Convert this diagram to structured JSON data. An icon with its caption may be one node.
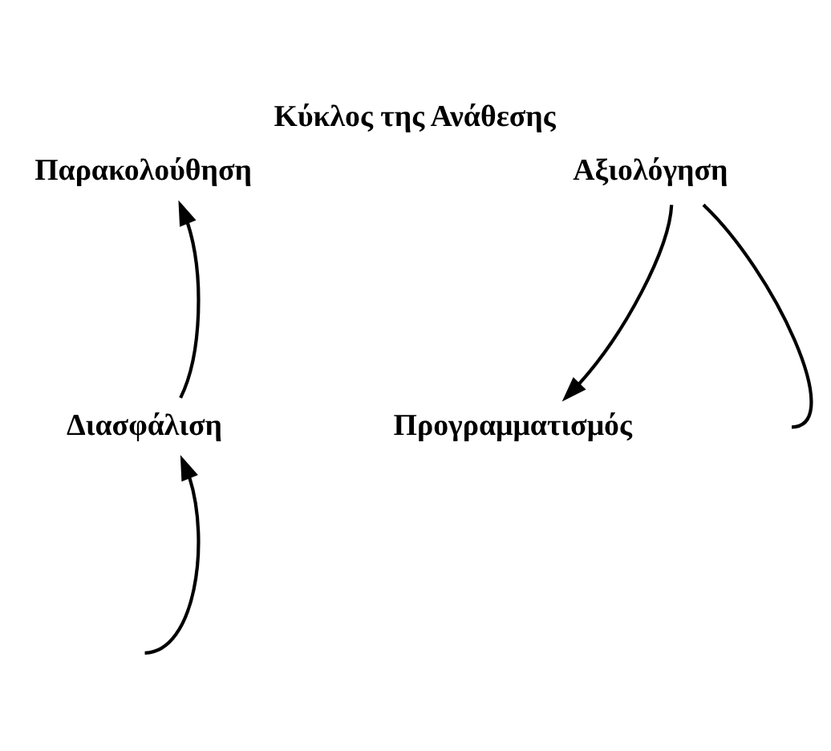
{
  "diagram": {
    "title": "Κύκλος της Ανάθεσης",
    "nodes": [
      {
        "text": [
          "Παρακολούθηση"
        ]
      },
      {
        "text": [
          "Αξιολόγηση"
        ]
      },
      {
        "text": [
          "Διασφάλιση"
        ]
      },
      {
        "text": [
          "Προγραμματισμός"
        ]
      }
    ],
    "edges": [
      {
        "from": 2,
        "to": 0,
        "arrow": "to"
      },
      {
        "from": 1,
        "to": 3,
        "arrow": "to"
      },
      {
        "from": 1,
        "to": null,
        "arrow": "none"
      },
      {
        "from": null,
        "to": 2,
        "arrow": "to"
      }
    ]
  }
}
